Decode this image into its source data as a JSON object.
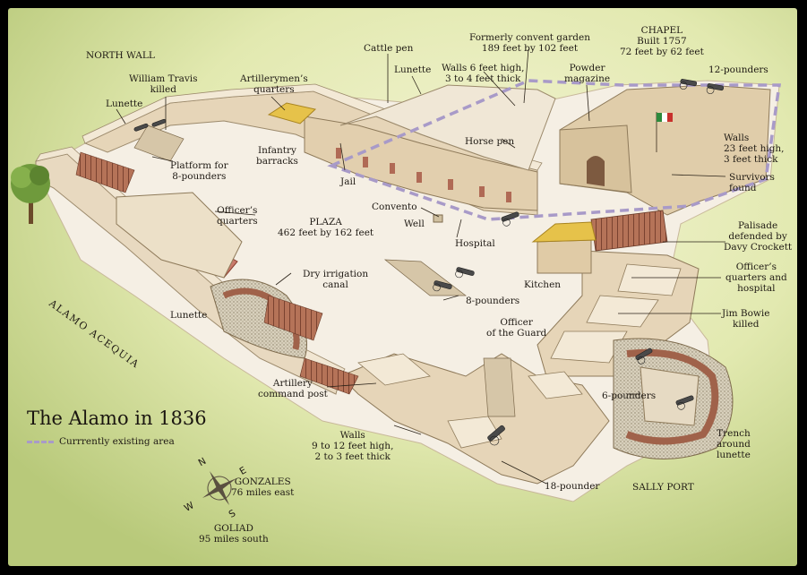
{
  "title": "The Alamo in 1836",
  "legend": {
    "swatch_color": "#a89ac8",
    "label": "Currrently existing area"
  },
  "acequia": "ALAMO ACEQUIA",
  "compass": {
    "n": "N",
    "s": "S",
    "e": "E",
    "w": "W"
  },
  "directions": {
    "gonzales": [
      "GONZALES",
      "76 miles east"
    ],
    "goliad": [
      "GOLIAD",
      "95 miles south"
    ]
  },
  "labels": {
    "north_wall": [
      "NORTH WALL"
    ],
    "william_travis": [
      "William Travis",
      "killed"
    ],
    "lunette_nw": [
      "Lunette"
    ],
    "artillerymens": [
      "Artillerymen’s",
      "quarters"
    ],
    "cattle_pen": [
      "Cattle pen"
    ],
    "lunette_n": [
      "Lunette"
    ],
    "convent_garden": [
      "Formerly convent garden",
      "189 feet by 102 feet"
    ],
    "walls_6": [
      "Walls 6 feet high,",
      "3 to 4 feet thick"
    ],
    "powder": [
      "Powder",
      "magazine"
    ],
    "chapel": [
      "CHAPEL",
      "Built 1757",
      "72 feet by 62 feet"
    ],
    "twelve_pounders": [
      "12-pounders"
    ],
    "walls_23": [
      "Walls",
      "23 feet high,",
      "3 feet thick"
    ],
    "survivors": [
      "Survivors",
      "found"
    ],
    "palisade": [
      "Palisade",
      "defended by",
      "Davy Crockett"
    ],
    "officers_hospital": [
      "Officer’s",
      "quarters and",
      "hospital"
    ],
    "jim_bowie": [
      "Jim Bowie",
      "killed"
    ],
    "six_pounders": [
      "6-pounders"
    ],
    "trench": [
      "Trench",
      "around",
      "lunette"
    ],
    "sally_port": [
      "SALLY PORT"
    ],
    "eighteen_pounder": [
      "18-pounder"
    ],
    "walls_9": [
      "Walls",
      "9 to 12 feet high,",
      "2 to 3 feet thick"
    ],
    "artillery_cmd": [
      "Artillery",
      "command post"
    ],
    "lunette_sw": [
      "Lunette"
    ],
    "dry_canal": [
      "Dry irrigation",
      "canal"
    ],
    "officers_quarters": [
      "Officer’s",
      "quarters"
    ],
    "platform": [
      "Platform for",
      "8-pounders"
    ],
    "infantry": [
      "Infantry",
      "barracks"
    ],
    "horse_pen": [
      "Horse pen"
    ],
    "jail": [
      "Jail"
    ],
    "convento": [
      "Convento"
    ],
    "well": [
      "Well"
    ],
    "hospital": [
      "Hospital"
    ],
    "plaza": [
      "PLAZA",
      "462 feet by 162 feet"
    ],
    "kitchen": [
      "Kitchen"
    ],
    "eight_pounders": [
      "8-pounders"
    ],
    "officer_guard": [
      "Officer",
      "of the Guard"
    ]
  },
  "colors": {
    "frame": "#000000",
    "background": "#dde6a8",
    "ground": "#f3ece0",
    "walls": "#e8d9c0",
    "wall_shadow": "#c9b596",
    "roof": "#e6c24a",
    "palisade": "#a0624a",
    "existing_area": "#a89ac8"
  }
}
